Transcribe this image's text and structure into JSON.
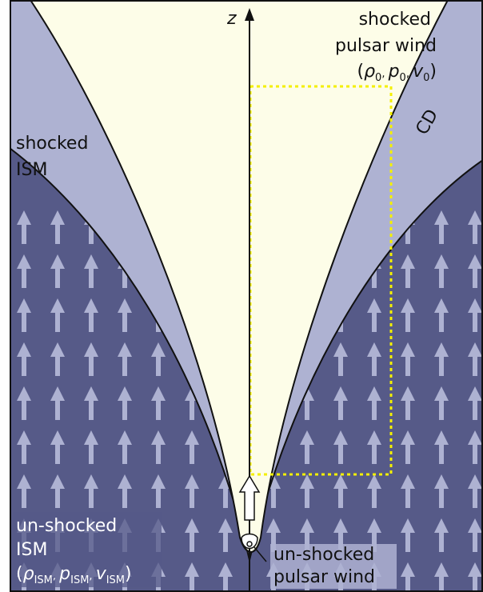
{
  "axis": {
    "label": "z"
  },
  "labels": {
    "shocked_pulsar_wind": {
      "line1": "shocked",
      "line2": "pulsar wind",
      "params": {
        "rho": "ρ",
        "rho_sub": "0",
        "p": "p",
        "p_sub": "0",
        "v": "v",
        "v_sub": "0"
      }
    },
    "contact_discontinuity": "CD",
    "shocked_ism": {
      "line1": "shocked",
      "line2": "ISM"
    },
    "unshocked_ism": {
      "line1": "un-shocked",
      "line2": "ISM",
      "params": {
        "rho": "ρ",
        "p": "p",
        "v": "v",
        "sub": "ISM"
      }
    },
    "unshocked_pulsar_wind": {
      "line1": "un-shocked",
      "line2": "pulsar wind"
    }
  },
  "colors": {
    "frame": "#111111",
    "shocked_pulsar_wind": "#fdfde8",
    "shocked_ism": "#aeb2d2",
    "unshocked_ism": "#565a88",
    "ism_flow_arrows": "#aeb2d2",
    "highlight_box": "#f4f000"
  },
  "icons": {
    "ism_flow": "up-arrow-icon",
    "pulsar_motion": "up-arrow-icon"
  }
}
